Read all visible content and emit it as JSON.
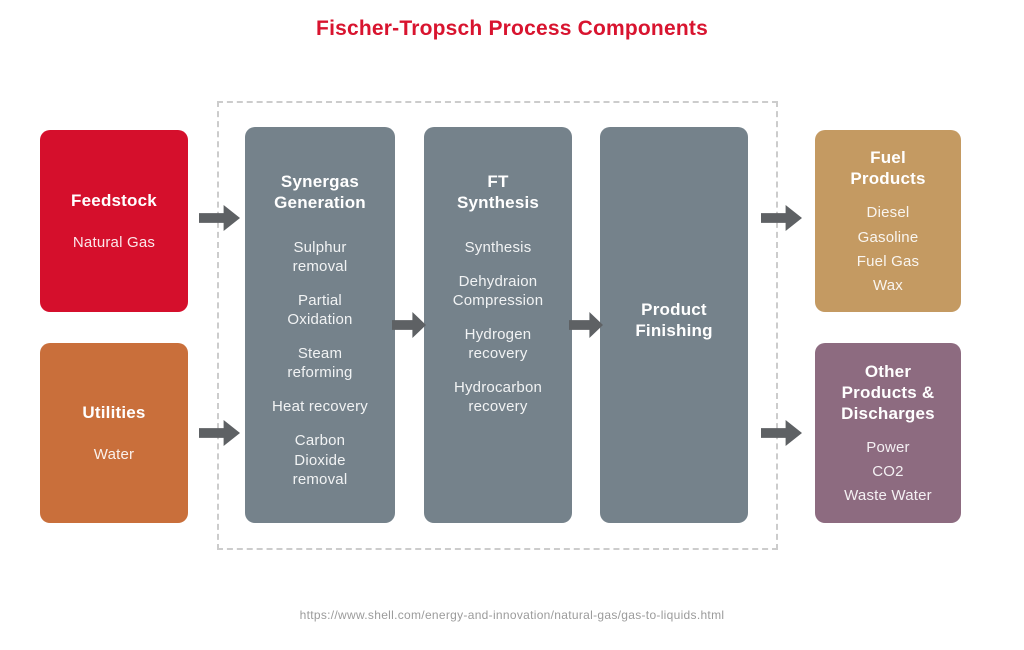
{
  "title": "Fischer-Tropsch Process Components",
  "colors": {
    "title_red": "#d8142f",
    "feedstock_red": "#d50f2c",
    "utilities_orange": "#c96f3b",
    "process_gray": "#75828b",
    "fuel_tan": "#c49a62",
    "other_mauve": "#8d6b80",
    "arrow_gray": "#5e6164",
    "frame_dash": "#cccccc"
  },
  "inputs": [
    {
      "title": "Feedstock",
      "items": [
        "Natural Gas"
      ]
    },
    {
      "title": "Utilities",
      "items": [
        "Water"
      ]
    }
  ],
  "process": [
    {
      "title": "Synergas\nGeneration",
      "items": [
        "Sulphur\nremoval",
        "Partial\nOxidation",
        "Steam\nreforming",
        "Heat recovery",
        "Carbon\nDioxide\nremoval"
      ]
    },
    {
      "title": "FT\nSynthesis",
      "items": [
        "Synthesis",
        "Dehydraion\nCompression",
        "Hydrogen\nrecovery",
        "Hydrocarbon\nrecovery"
      ]
    },
    {
      "title": "Product\nFinishing",
      "items": []
    }
  ],
  "outputs": [
    {
      "title": "Fuel\nProducts",
      "items": [
        "Diesel",
        "Gasoline",
        "Fuel Gas",
        "Wax"
      ]
    },
    {
      "title": "Other\nProducts &\nDischarges",
      "items": [
        "Power",
        "CO2",
        "Waste Water"
      ]
    }
  ],
  "source_url": "https://www.shell.com/energy-and-innovation/natural-gas/gas-to-liquids.html"
}
